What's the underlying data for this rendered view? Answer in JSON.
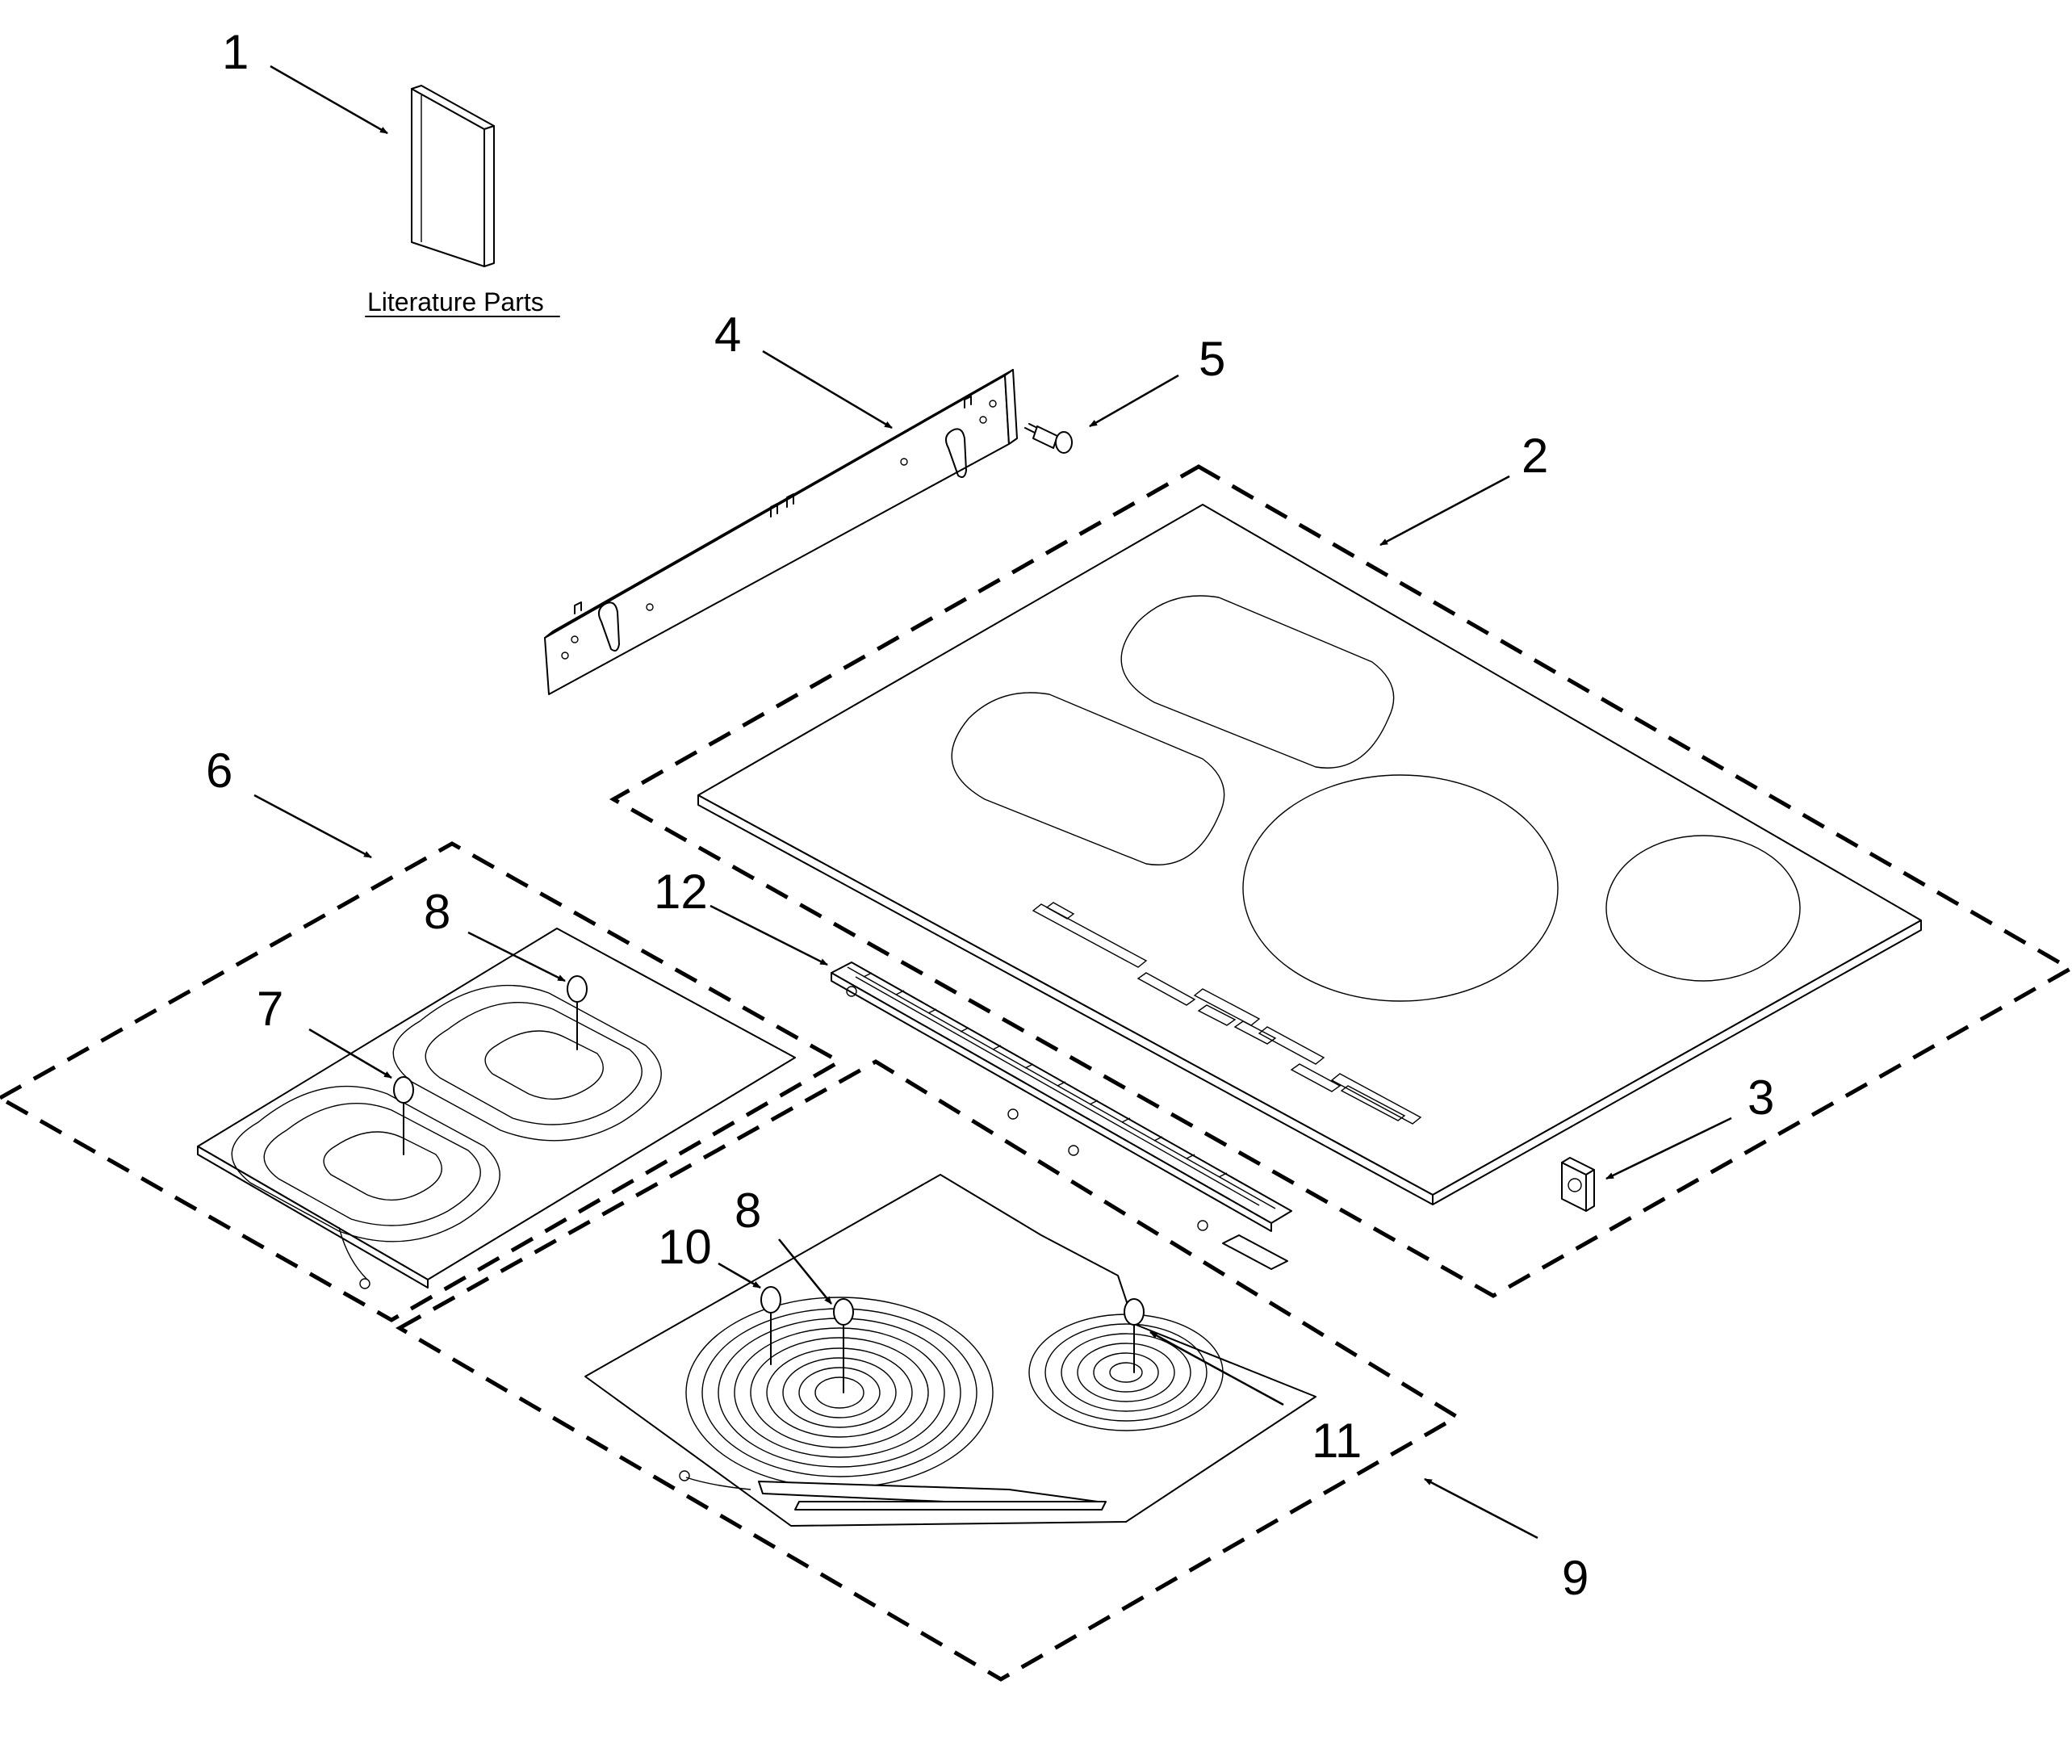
{
  "callouts": {
    "c1": "1",
    "c2": "2",
    "c3": "3",
    "c4": "4",
    "c5": "5",
    "c6": "6",
    "c7": "7",
    "c8a": "8",
    "c8b": "8",
    "c9": "9",
    "c10": "10",
    "c11": "11",
    "c12": "12"
  },
  "literature": {
    "label": "Literature Parts"
  }
}
